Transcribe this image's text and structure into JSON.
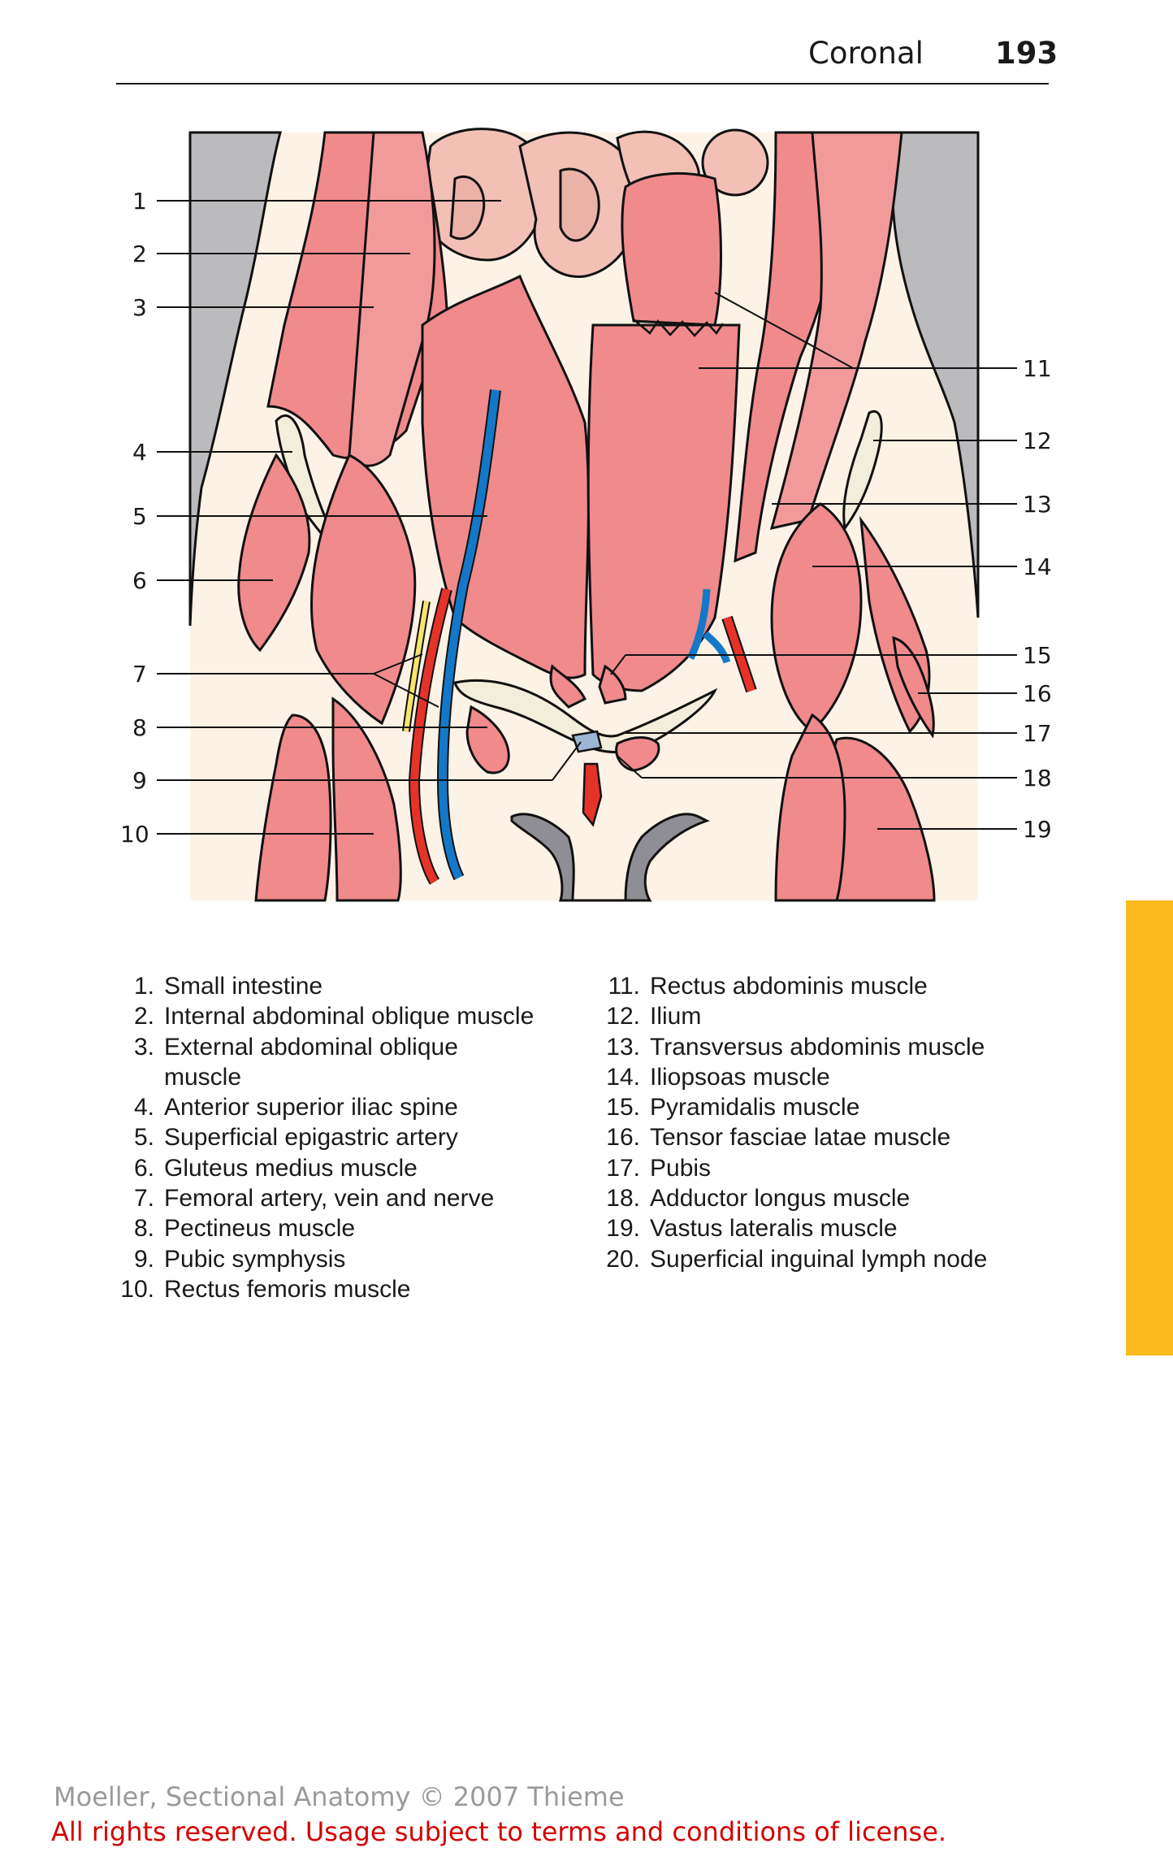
{
  "header": {
    "section": "Coronal",
    "page_number": "193"
  },
  "figure": {
    "callouts_left": [
      "1",
      "2",
      "3",
      "4",
      "5",
      "6",
      "7",
      "8",
      "9",
      "10"
    ],
    "callouts_right": [
      "11",
      "12",
      "13",
      "14",
      "15",
      "16",
      "17",
      "18",
      "19"
    ],
    "colors": {
      "muscle": "#f0898a",
      "muscle_light": "#f4a3a2",
      "background": "#fdf2e6",
      "side_gray": "#bbbbbe",
      "intestine": "#f2c0b5",
      "artery": "#e6332a",
      "vein": "#1478c8",
      "nerve": "#f7e46a",
      "bone": "#f3eedb"
    }
  },
  "legend": {
    "left": [
      {
        "num": "1.",
        "text": "Small intestine"
      },
      {
        "num": "2.",
        "text": "Internal abdominal oblique muscle"
      },
      {
        "num": "3.",
        "text": "External abdominal oblique muscle"
      },
      {
        "num": "4.",
        "text": "Anterior superior iliac spine"
      },
      {
        "num": "5.",
        "text": "Superficial epigastric artery"
      },
      {
        "num": "6.",
        "text": "Gluteus medius muscle"
      },
      {
        "num": "7.",
        "text": "Femoral artery, vein and nerve"
      },
      {
        "num": "8.",
        "text": "Pectineus muscle"
      },
      {
        "num": "9.",
        "text": "Pubic symphysis"
      },
      {
        "num": "10.",
        "text": "Rectus femoris muscle"
      }
    ],
    "right": [
      {
        "num": "11.",
        "text": "Rectus abdominis muscle"
      },
      {
        "num": "12.",
        "text": "Ilium"
      },
      {
        "num": "13.",
        "text": "Transversus abdominis muscle"
      },
      {
        "num": "14.",
        "text": "Iliopsoas muscle"
      },
      {
        "num": "15.",
        "text": "Pyramidalis muscle"
      },
      {
        "num": "16.",
        "text": "Tensor fasciae latae muscle"
      },
      {
        "num": "17.",
        "text": "Pubis"
      },
      {
        "num": "18.",
        "text": "Adductor longus muscle"
      },
      {
        "num": "19.",
        "text": "Vastus lateralis muscle"
      },
      {
        "num": "20.",
        "text": "Superficial inguinal lymph node"
      }
    ]
  },
  "footer": {
    "copyright": "Moeller, Sectional Anatomy © 2007 Thieme",
    "license": "All rights reserved. Usage subject to terms and conditions of license."
  }
}
